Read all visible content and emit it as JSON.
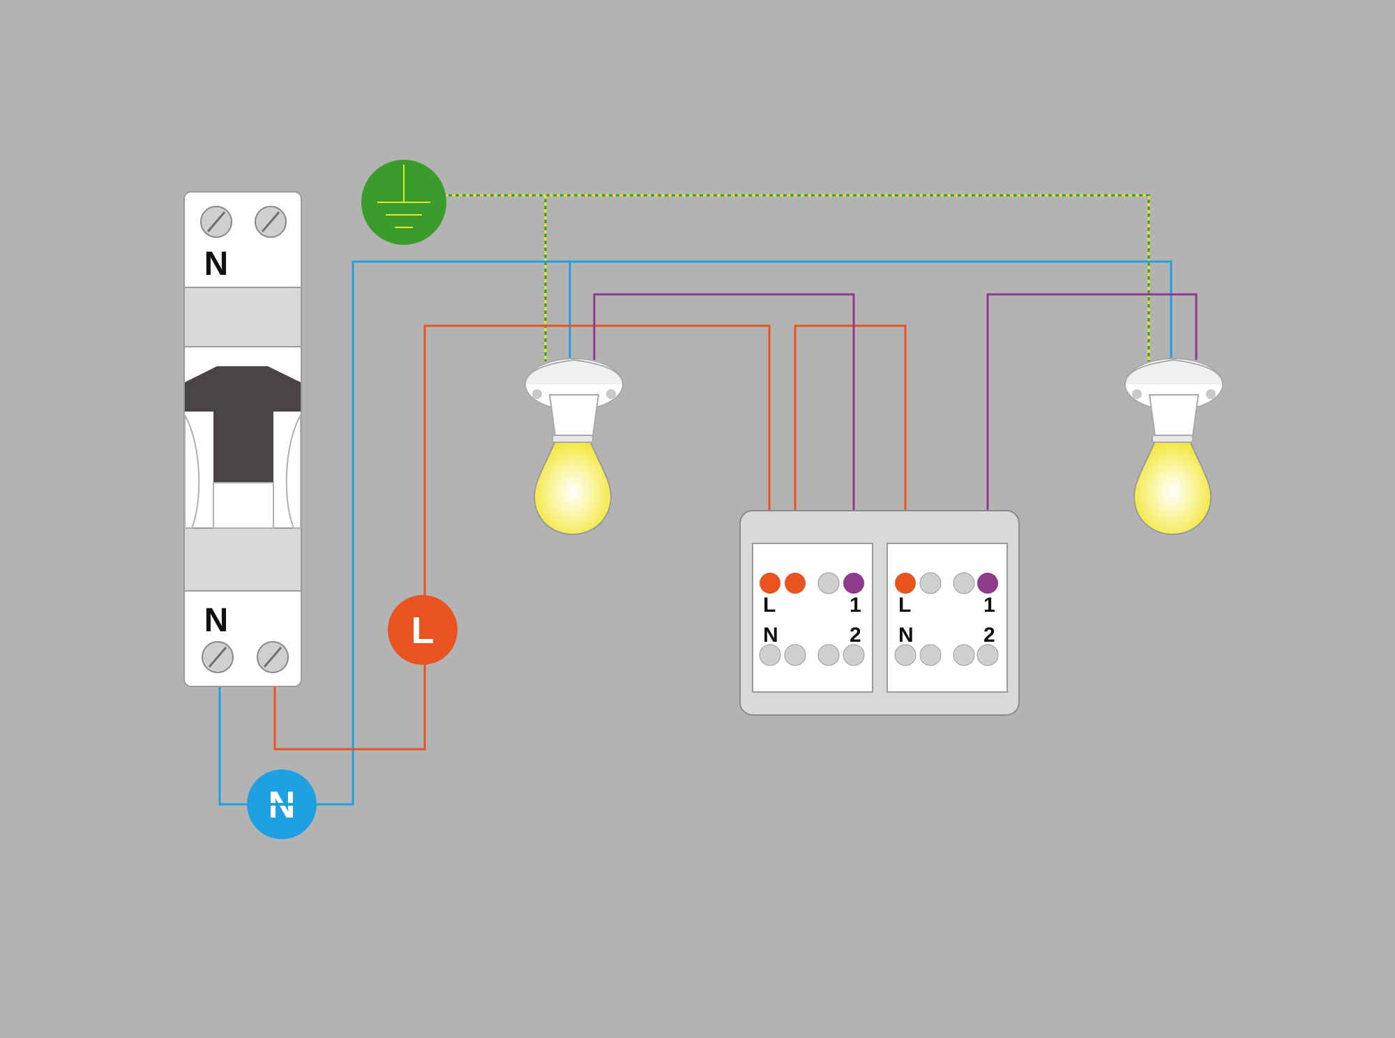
{
  "breaker": {
    "top_label": "N",
    "bottom_label": "N"
  },
  "badges": {
    "earth_icon": "earth-ground-icon",
    "live_label": "L",
    "neutral_label": "N"
  },
  "switch": {
    "left": {
      "l": "L",
      "n": "N",
      "one": "1",
      "two": "2"
    },
    "right": {
      "l": "L",
      "n": "N",
      "one": "1",
      "two": "2"
    }
  },
  "colors": {
    "background": "#b3b3b3",
    "live": "#e8531f",
    "neutral": "#1fa0e0",
    "switched": "#8e3a8c",
    "earth_green": "#3a9c2a",
    "earth_yellow": "#e6e62a",
    "bulb_glow": "#f5ea3a",
    "breaker_toggle": "#4a4444"
  }
}
